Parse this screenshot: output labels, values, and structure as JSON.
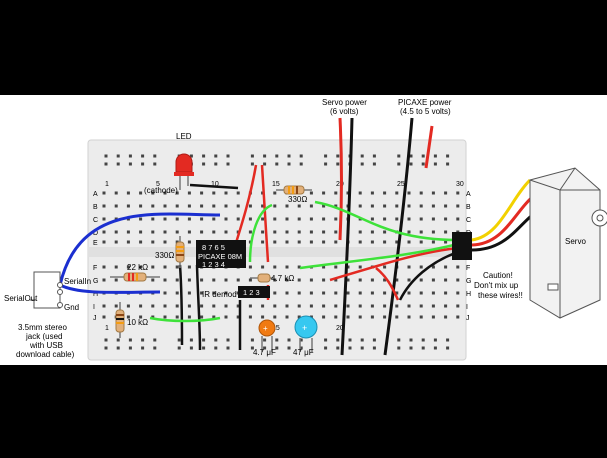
{
  "labels": {
    "servo_power": "Servo power",
    "servo_power_sub": "(6 volts)",
    "picaxe_power": "PICAXE power",
    "picaxe_power_sub": "(4.5 to 5 volts)",
    "led": "LED",
    "cathode": "(cathode)",
    "r330a": "330Ω",
    "r330b": "330Ω",
    "chip_pins_top": "8 7 6 5",
    "chip_name": "PICAXE 08M",
    "chip_pins_bottom": "1 2 3 4",
    "r22k": "22 kΩ",
    "r47k": "4.7 kΩ",
    "ir_demod": "IR demod",
    "ir_pins": "1 2 3",
    "r10k": "10 kΩ",
    "cap_47": "4.7 μF",
    "cap_47b": "47 μF",
    "serial_in": "SerialIn",
    "serial_out": "SerialOut",
    "gnd": "Gnd",
    "jack_line1": "3.5mm stereo",
    "jack_line2": "jack (used",
    "jack_line3": "with USB",
    "jack_line4": "download cable)",
    "caution1": "Caution!",
    "caution2": "Don't mix up",
    "caution3": "these wires!!",
    "servo": "Servo"
  },
  "breadboard": {
    "col_numbers": [
      "1",
      "5",
      "10",
      "15",
      "20",
      "25",
      "30"
    ],
    "rows_top": [
      "A",
      "B",
      "C",
      "D",
      "E"
    ],
    "rows_bottom": [
      "F",
      "G",
      "H",
      "I",
      "J"
    ]
  },
  "colors": {
    "breadboard": "#ececec",
    "hole": "#444444",
    "wire_red": "#e32a22",
    "wire_black": "#111111",
    "wire_blue": "#1b2fd0",
    "wire_green": "#3ee23a",
    "chip": "#111111",
    "servo_body": "#f2f2f2"
  }
}
